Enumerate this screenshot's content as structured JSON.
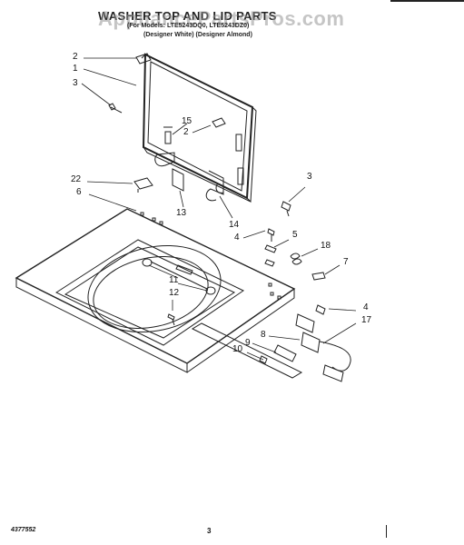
{
  "header": {
    "title": "WASHER TOP AND LID PARTS",
    "watermark": "AppliancePartsPros.com",
    "models": "(For Models: LTE5243DQ0, LTE5243DZ0)",
    "finishes": "(Designer White)  (Designer Almond)"
  },
  "callouts": {
    "c1": "1",
    "c2a": "2",
    "c2b": "2",
    "c3a": "3",
    "c3b": "3",
    "c4a": "4",
    "c4b": "4",
    "c5": "5",
    "c6": "6",
    "c7": "7",
    "c8": "8",
    "c9": "9",
    "c10": "10",
    "c11": "11",
    "c12": "12",
    "c13": "13",
    "c14": "14",
    "c15": "15",
    "c17": "17",
    "c18": "18",
    "c22": "22"
  },
  "footer": {
    "doc_number": "4377552",
    "page_number": "3"
  }
}
